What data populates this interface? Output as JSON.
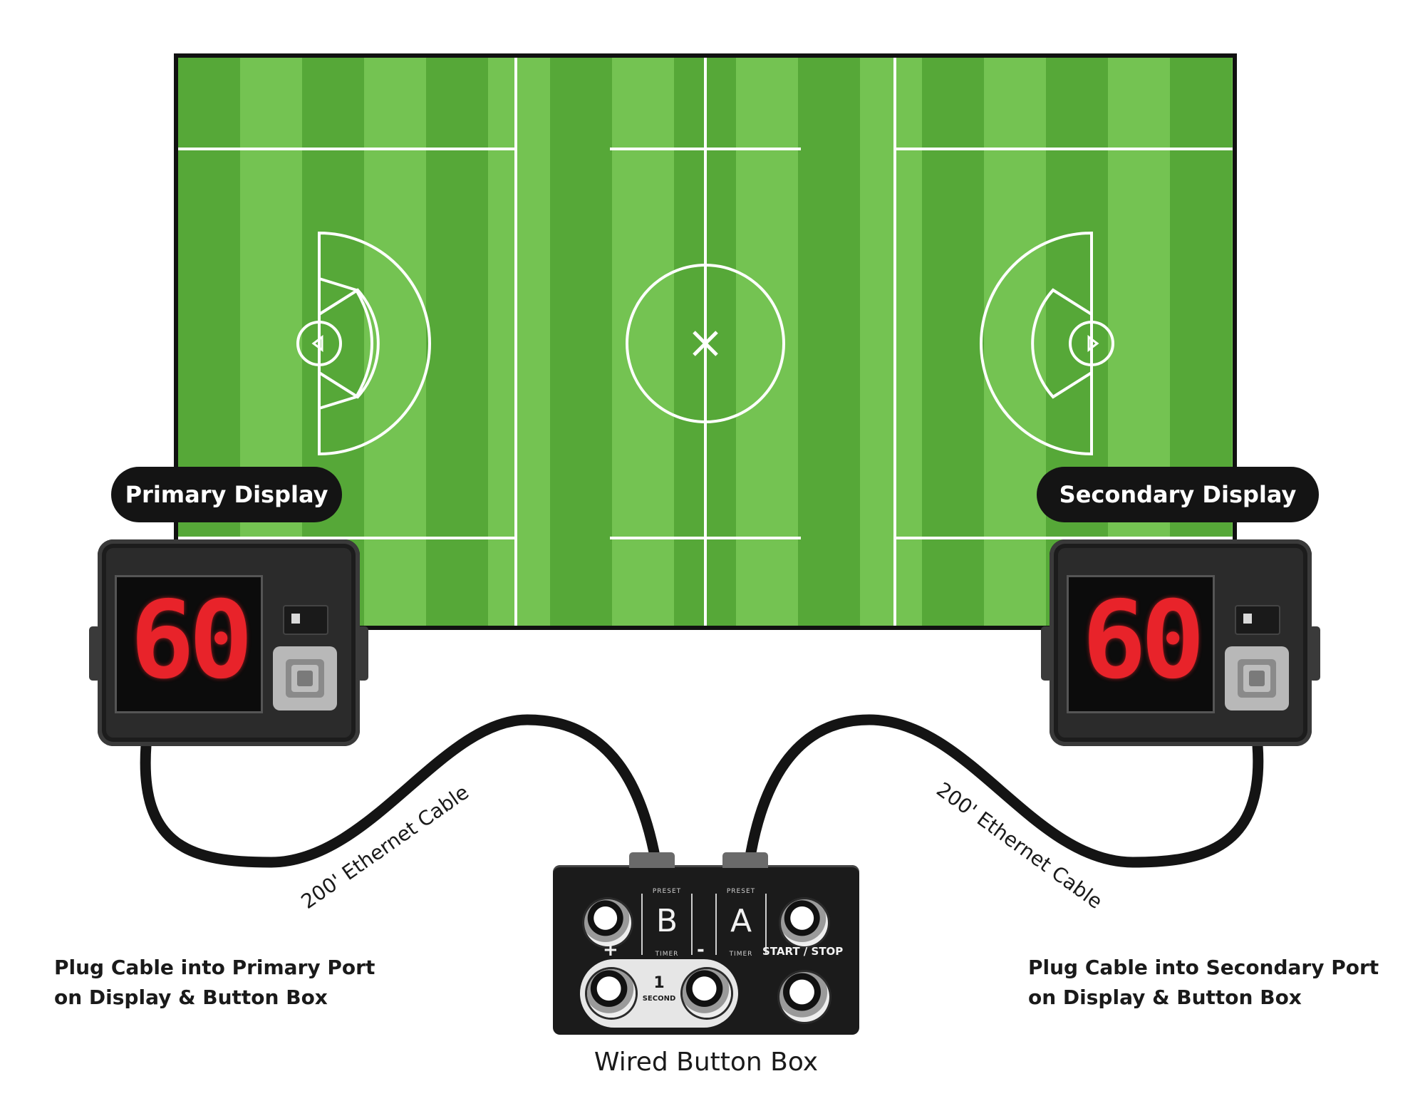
{
  "colors": {
    "field_stripe_a": "#56a838",
    "field_stripe_b": "#74c352",
    "field_lines": "#ffffff",
    "field_border": "#111111",
    "led_red": "#e8232a",
    "badge_bg": "#141414",
    "cable": "#141414"
  },
  "field": {
    "icons": {
      "center_mark": "x-mark-icon",
      "left_goal": "goal-crease-icon",
      "right_goal": "goal-crease-icon"
    }
  },
  "displays": {
    "primary": {
      "label": "Primary Display",
      "digits": "60"
    },
    "secondary": {
      "label": "Secondary Display",
      "digits": "60"
    },
    "icons": {
      "horn": "horn-speaker-icon",
      "receiver": "receiver-unit-icon"
    }
  },
  "cables": {
    "left_label": "200' Ethernet Cable",
    "right_label": "200' Ethernet Cable"
  },
  "button_box": {
    "caption": "Wired Button Box",
    "preset_b": {
      "top_label": "PRESET",
      "letter": "B",
      "bottom_label": "TIMER"
    },
    "preset_a": {
      "top_label": "PRESET",
      "letter": "A",
      "bottom_label": "TIMER"
    },
    "plus_label": "+",
    "minus_label": "-",
    "increment_value": "1",
    "increment_unit": "SECOND",
    "start_stop_label": "START / STOP"
  },
  "instructions": {
    "left_line1": "Plug Cable into Primary Port",
    "left_line2": "on Display & Button Box",
    "right_line1": "Plug Cable into Secondary Port",
    "right_line2": "on Display & Button Box"
  }
}
